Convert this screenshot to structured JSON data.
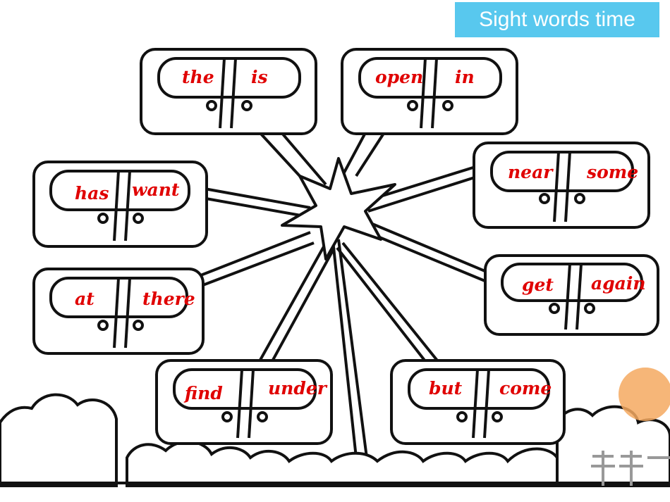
{
  "title": "Sight words time",
  "colors": {
    "title_bg": "#58c8ee",
    "word_color": "#e00000",
    "line_color": "#111111"
  },
  "cabins": [
    {
      "name": "cabin-1",
      "left_word": "the",
      "right_word": "is"
    },
    {
      "name": "cabin-2",
      "left_word": "open",
      "right_word": "in"
    },
    {
      "name": "cabin-3",
      "left_word": "has",
      "right_word": "want"
    },
    {
      "name": "cabin-4",
      "left_word": "near",
      "right_word": "some"
    },
    {
      "name": "cabin-5",
      "left_word": "at",
      "right_word": "there"
    },
    {
      "name": "cabin-6",
      "left_word": "get",
      "right_word": "again"
    },
    {
      "name": "cabin-7",
      "left_word": "find",
      "right_word": "under"
    },
    {
      "name": "cabin-8",
      "left_word": "but",
      "right_word": "come"
    }
  ]
}
